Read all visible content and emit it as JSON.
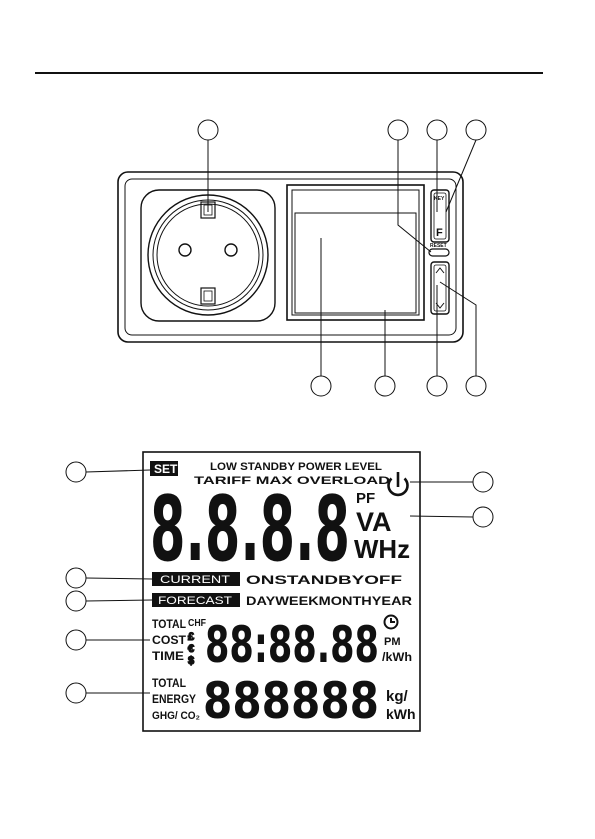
{
  "device": {
    "key_button_label": "KEY",
    "function_button_label": "F",
    "reset_button_label": "RESET"
  },
  "lcd": {
    "set_badge": "SET",
    "low_standby_power_level": "LOW STANDBY POWER LEVEL",
    "tariff_max_overload": "TARIFF MAX OVERLOAD",
    "main_digits": "8.8.8.8",
    "pf_unit": "PF",
    "va_unit": "VA",
    "whz_unit": "WHz",
    "current_badge": "CURRENT",
    "onstandbyoff": "ONSTANDBYOFF",
    "forecast_badge": "FORECAST",
    "dayweekmonthyear": "DAYWEEKMONTHYEAR",
    "total_label": "TOTAL",
    "cost_label": "COST",
    "time_label": "TIME",
    "chf_label": "CHF",
    "cost_digits": "88:88.88",
    "pm_label": "PM",
    "kwh_label": "/kWh",
    "total2_label": "TOTAL",
    "energy_label": "ENERGY",
    "ghg_label": "GHG/ CO₂",
    "energy_digits": "888888",
    "kg_label": "kg/",
    "kwh2_label": "kWh"
  }
}
